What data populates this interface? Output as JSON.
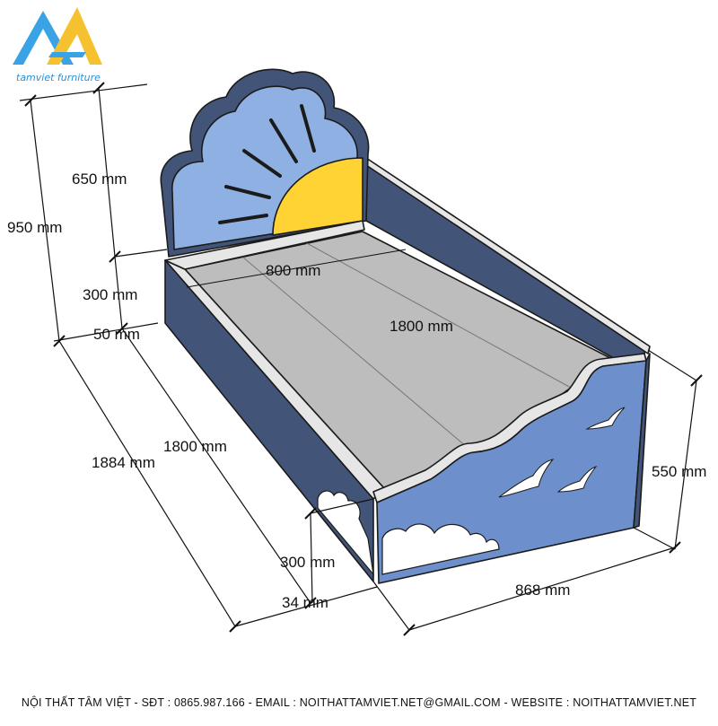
{
  "brand": {
    "name": "tamviet furniture"
  },
  "dimensions": {
    "total_height": "950 mm",
    "headboard_height": "650 mm",
    "side_height": "300 mm",
    "headboard_thickness": "50 mm",
    "inner_width": "800 mm",
    "inner_length": "1800 mm",
    "side_length": "1800 mm",
    "total_length": "1884 mm",
    "front_height": "550 mm",
    "front_lower_height": "300 mm",
    "front_thickness": "34 mm",
    "total_width": "868 mm"
  },
  "footer": {
    "company": "NỘI THẤT TÂM VIỆT",
    "phone": "SĐT : 0865.987.166",
    "email": "EMAIL : NOITHATTAMVIET.NET@GMAIL.COM",
    "website": "WEBSITE : NOITHATTAMVIET.NET",
    "separator": "-"
  },
  "colors": {
    "panel_dark": "#435479",
    "panel_mid": "#6d8fcb",
    "panel_light": "#8fb0e2",
    "mattress": "#bdbdbd",
    "sun": "#ffd334",
    "rim": "#e6e6e6",
    "logo_blue": "#3aa3e6",
    "logo_gold": "#f5c12e"
  }
}
